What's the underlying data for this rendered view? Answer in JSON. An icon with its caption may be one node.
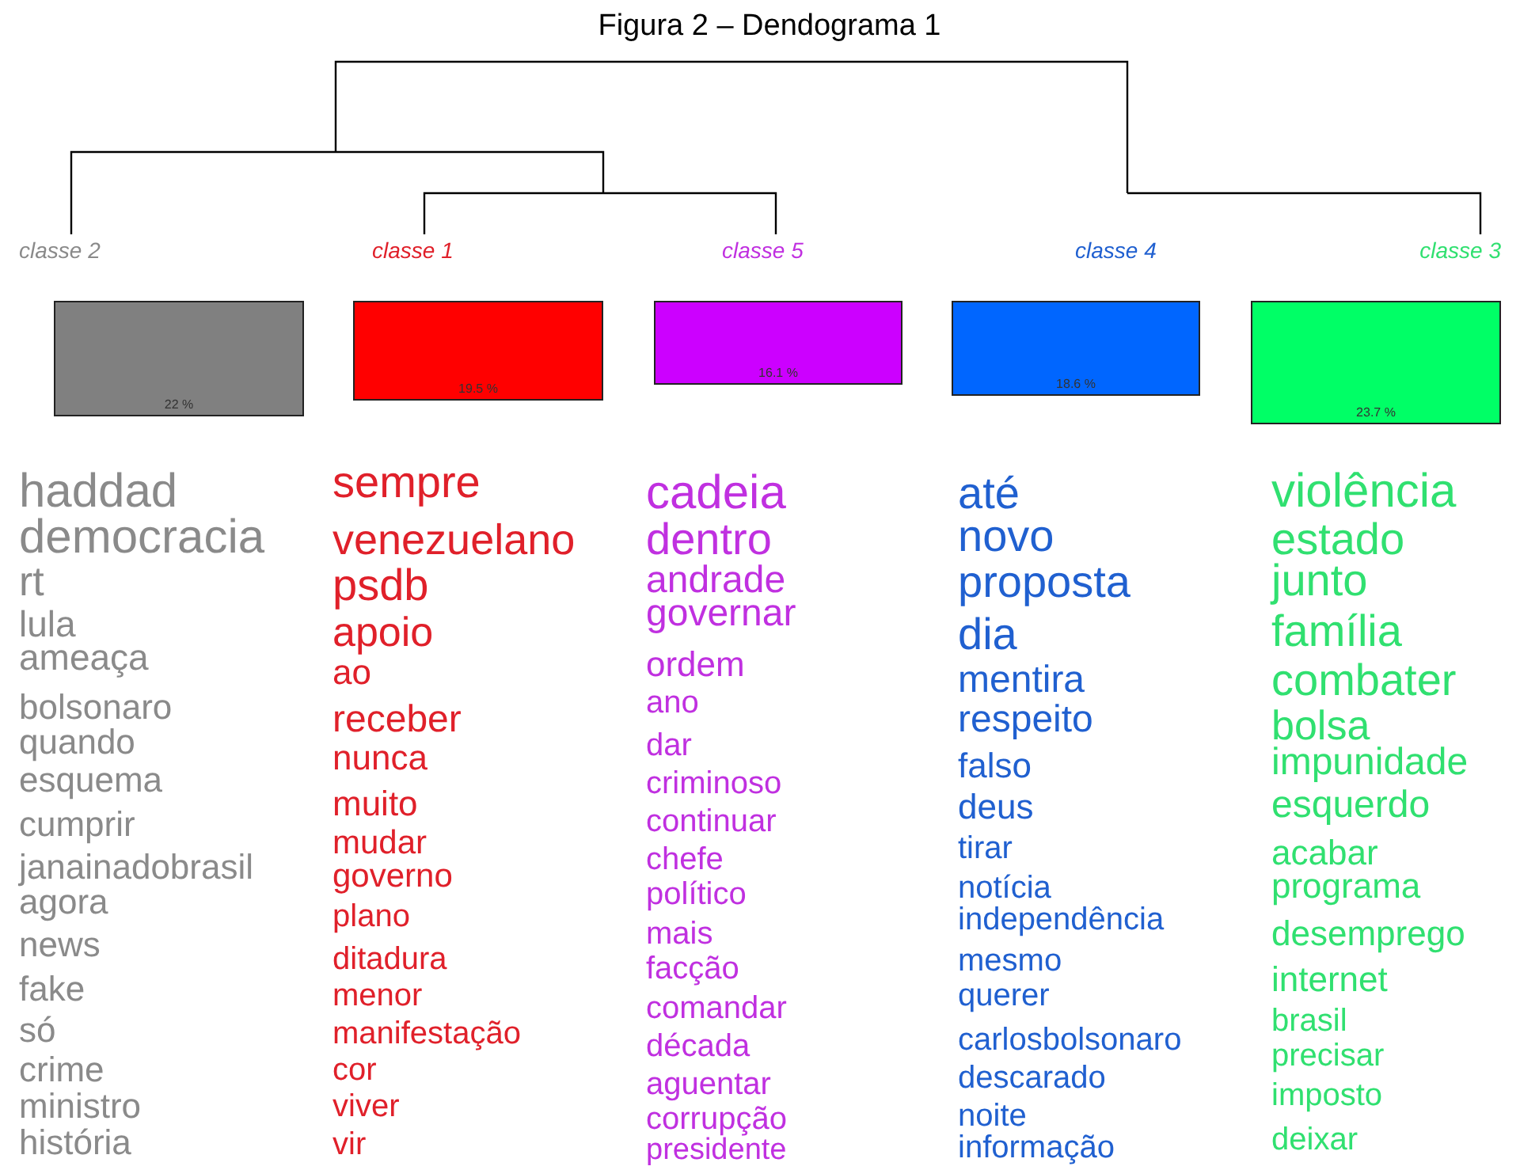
{
  "diagram": {
    "title": "Figura 2 – Dendograma 1",
    "nodes": [
      {
        "text": [
          "22 %"
        ],
        "beside": [
          "classe 2"
        ]
      },
      {
        "text": [
          "19.5 %"
        ],
        "beside": [
          "classe 1"
        ]
      },
      {
        "text": [
          "16.1 %"
        ],
        "beside": [
          "classe 5"
        ]
      },
      {
        "text": [
          "18.6 %"
        ],
        "beside": [
          "classe 4"
        ]
      },
      {
        "text": [
          "23.7 %"
        ],
        "beside": [
          "classe 3"
        ]
      }
    ],
    "edges": [],
    "labels": [
      "haddad",
      "democracia",
      "rt",
      "lula",
      "ameaça",
      "bolsonaro",
      "quando",
      "esquema",
      "cumprir",
      "janainadobrasil",
      "agora",
      "news",
      "fake",
      "só",
      "crime",
      "ministro",
      "história",
      "sempre",
      "venezuelano",
      "psdb",
      "apoio",
      "ao",
      "receber",
      "nunca",
      "muito",
      "mudar",
      "governo",
      "plano",
      "ditadura",
      "menor",
      "manifestação",
      "cor",
      "viver",
      "vir",
      "cadeia",
      "dentro",
      "andrade",
      "governar",
      "ordem",
      "ano",
      "dar",
      "criminoso",
      "continuar",
      "chefe",
      "político",
      "mais",
      "facção",
      "comandar",
      "década",
      "aguentar",
      "corrupção",
      "presidente",
      "até",
      "novo",
      "proposta",
      "dia",
      "mentira",
      "respeito",
      "falso",
      "deus",
      "tirar",
      "notícia",
      "independência",
      "mesmo",
      "querer",
      "carlosbolsonaro",
      "descarado",
      "noite",
      "informação",
      "violência",
      "estado",
      "junto",
      "família",
      "combater",
      "bolsa",
      "impunidade",
      "esquerdo",
      "acabar",
      "programa",
      "desemprego",
      "internet",
      "brasil",
      "precisar",
      "imposto",
      "deixar"
    ]
  }
}
